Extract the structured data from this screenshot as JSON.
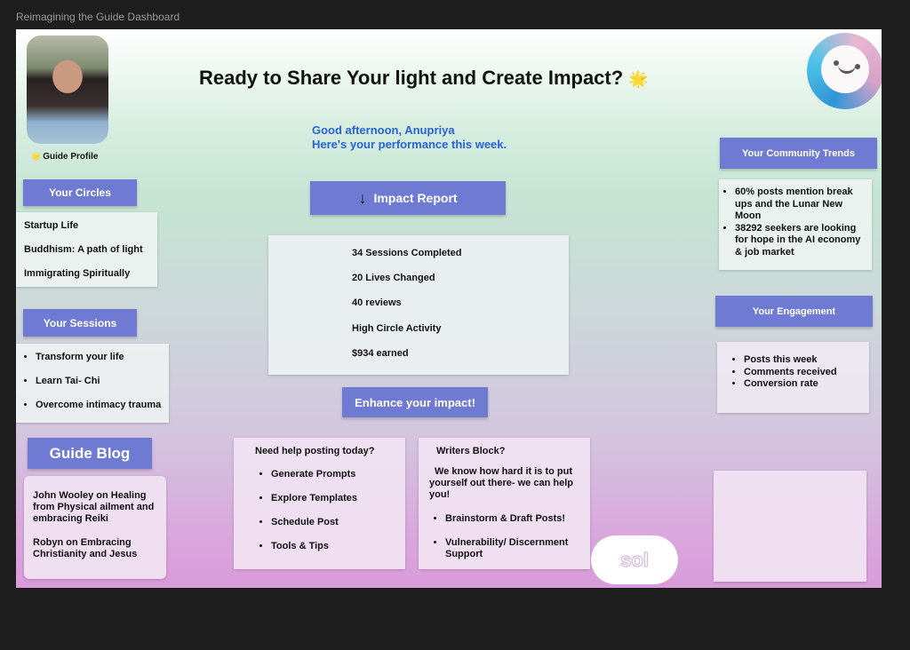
{
  "window_title": "Reimagining the Guide Dashboard",
  "header": {
    "title": "Ready to Share Your light and Create Impact?",
    "title_emoji": "🌟",
    "greeting": "Good afternoon, Anupriya",
    "subgreeting": "Here's your performance this week."
  },
  "profile": {
    "label": "Guide Profile",
    "emoji": "🌟"
  },
  "circles": {
    "button": "Your Circles",
    "items": [
      "Startup Life",
      "Buddhism: A path of light",
      "Immigrating Spiritually"
    ]
  },
  "sessions": {
    "button": "Your Sessions",
    "items": [
      "Transform your life",
      "Learn Tai- Chi",
      "Overcome intimacy trauma"
    ]
  },
  "blog": {
    "button": "Guide Blog",
    "items": [
      "John Wooley on Healing from Physical ailment and embracing Reiki",
      "Robyn on Embracing Christianity and Jesus"
    ]
  },
  "impact": {
    "arrow": "↓",
    "button": "Impact Report",
    "stats": [
      "34 Sessions Completed",
      "20 Lives Changed",
      "40 reviews",
      "High Circle Activity",
      "$934 earned"
    ],
    "enhance_button": "Enhance your impact!"
  },
  "posting": {
    "title": "Need help posting today?",
    "items": [
      "Generate Prompts",
      "Explore Templates",
      "Schedule Post",
      "Tools & Tips"
    ]
  },
  "writers": {
    "title": "Writers Block?",
    "body": "We know how hard it is to put yourself out there- we can help you!",
    "items": [
      "Brainstorm & Draft Posts!",
      "Vulnerability/ Discernment Support"
    ]
  },
  "sol": {
    "label": "sol"
  },
  "trends": {
    "button": "Your Community Trends",
    "items": [
      "60% posts mention break ups and the Lunar New Moon",
      "38292 seekers are looking for hope in the AI economy & job market"
    ]
  },
  "engagement": {
    "button": "Your Engagement",
    "items": [
      "Posts this week",
      "Comments received",
      "Conversion rate"
    ]
  },
  "colors": {
    "accent": "#6f7bd3",
    "greeting": "#2962d9"
  }
}
